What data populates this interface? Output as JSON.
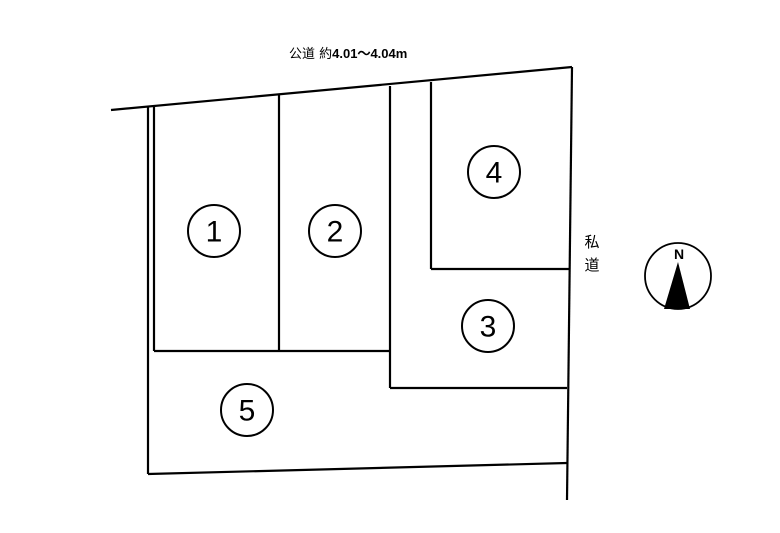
{
  "public_road": {
    "label": "公道 約",
    "measure": "4.01～4.04m"
  },
  "private_road": {
    "char1": "私",
    "char2": "道"
  },
  "lots": [
    {
      "number": "1"
    },
    {
      "number": "2"
    },
    {
      "number": "3"
    },
    {
      "number": "4"
    },
    {
      "number": "5"
    }
  ],
  "compass": {
    "letter": "N",
    "icon": "north-arrow-icon"
  }
}
